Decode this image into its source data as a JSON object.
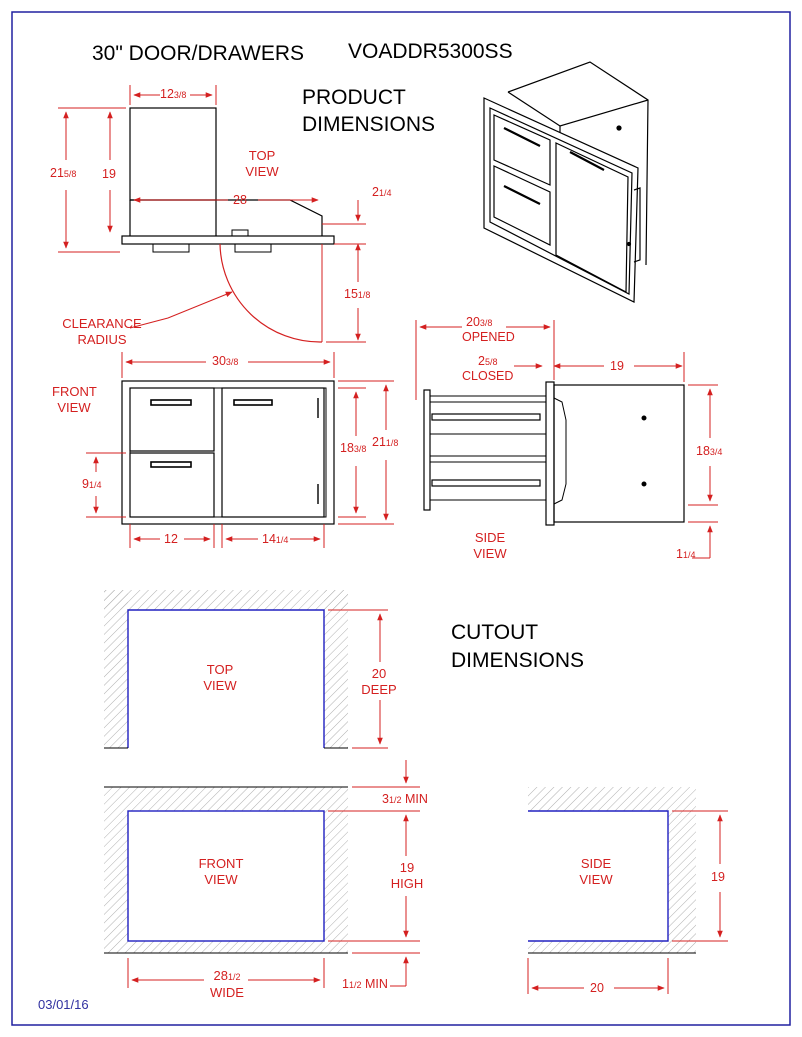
{
  "title": "30\" DOOR/DRAWERS",
  "model": "VOADDR5300SS",
  "headings": {
    "product": [
      "PRODUCT",
      "DIMENSIONS"
    ],
    "cutout": [
      "CUTOUT",
      "DIMENSIONS"
    ]
  },
  "product": {
    "top_view": {
      "label": [
        "TOP",
        "VIEW"
      ],
      "width_top": "12",
      "width_top_frac": "3/8",
      "depth_total": "21",
      "depth_total_frac": "5/8",
      "depth_body": "19",
      "width": "28",
      "flange": "2",
      "flange_frac": "1/4",
      "swing": "15",
      "swing_frac": "1/8",
      "clearance": [
        "CLEARANCE",
        "RADIUS"
      ]
    },
    "front_view": {
      "label": [
        "FRONT",
        "VIEW"
      ],
      "width": "30",
      "width_frac": "3/8",
      "drawer_h": "9",
      "drawer_h_frac": "1/4",
      "opening_h": "18",
      "opening_h_frac": "3/8",
      "height": "21",
      "height_frac": "1/8",
      "drawer_w": "12",
      "door_w": "14",
      "door_w_frac": "1/4"
    },
    "side_view": {
      "label": [
        "SIDE",
        "VIEW"
      ],
      "opened": "20",
      "opened_frac": "3/8",
      "opened_label": "OPENED",
      "closed": "2",
      "closed_frac": "5/8",
      "closed_label": "CLOSED",
      "depth": "19",
      "height": "18",
      "height_frac": "3/4",
      "offset": "1",
      "offset_frac": "1/4"
    }
  },
  "cutout": {
    "top_view": {
      "label": [
        "TOP",
        "VIEW"
      ],
      "depth": "20",
      "depth_label": "DEEP"
    },
    "front_view": {
      "label": [
        "FRONT",
        "VIEW"
      ],
      "min_top": "3",
      "min_top_frac": "1/2",
      "min_label": "MIN",
      "height": "19",
      "height_label": "HIGH",
      "width": "28",
      "width_frac": "1/2",
      "width_label": "WIDE",
      "min_bottom": "1",
      "min_bottom_frac": "1/2"
    },
    "side_view": {
      "label": [
        "SIDE",
        "VIEW"
      ],
      "height": "19",
      "depth": "20"
    }
  },
  "date": "03/01/16",
  "colors": {
    "dimension": "#d42020",
    "cutout_edge": "#2020c0",
    "border": "#2020a0",
    "outline": "#000000"
  }
}
